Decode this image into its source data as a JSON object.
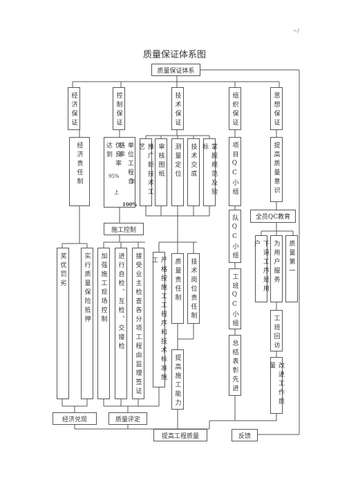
{
  "page_mark": "~/",
  "title": "质量保证体系图",
  "root": "质量保证体系",
  "categories": [
    "经济保证",
    "控制保证",
    "技术保证",
    "组织保证",
    "思想保证"
  ],
  "econ_sub": "经济责任制",
  "control_sub": "优良率达到",
  "control_pct_a": "95%",
  "control_sub_b": "上",
  "control_sub2": "单位工程合格率",
  "control_to": "到",
  "control_pct": "100%",
  "tech_subs": [
    "推广新技术工艺",
    "审核图纸",
    "测量定位",
    "技术交底",
    "掌握规范及验标"
  ],
  "org_sub": "项目QC小组",
  "org_sub2": "队QC小组",
  "org_sub3": "工班QC小组",
  "org_sub4": "总结表彰先进",
  "idea_sub": "提高质量意识",
  "idea_qc": "全员QC教育",
  "idea_subs": [
    "下道工序是用户",
    "为用户服务",
    "质量第一"
  ],
  "idea_sub2": "工班回访",
  "idea_sub3": "改进工作质量",
  "construction_control": "施工控制",
  "econ_items": [
    "奖优罚劣",
    "实行质量保险抵押"
  ],
  "control_items": [
    "加强施工现场控制",
    "进行自检、互检、交接检",
    "接受业主检查各分项工程由监理签证"
  ],
  "tech_items": [
    "严格按施工工程序和技术标准施工",
    "质量责任制",
    "技术岗位责任制"
  ],
  "tech_final": "提高施工能力",
  "bottom_econ": "经济兑现",
  "bottom_quality": "质量评定",
  "bottom_improve": "提高工程质量",
  "bottom_feedback": "反馈"
}
